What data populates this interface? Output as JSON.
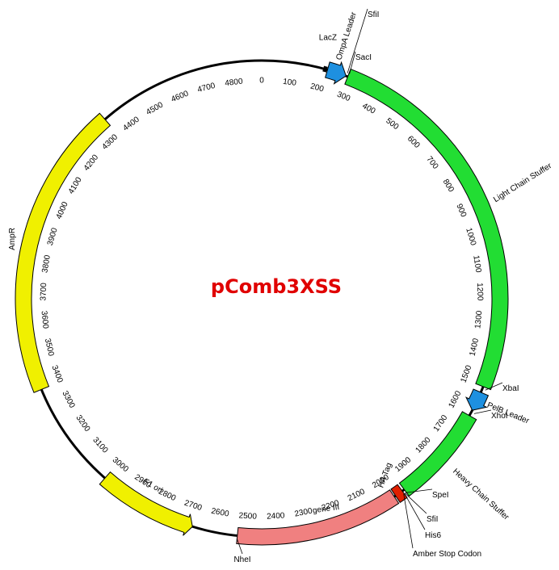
{
  "title": "pComb3XSS",
  "title_color": "#e00000",
  "length": 4900,
  "tick_labels": [
    "0",
    "100",
    "200",
    "300",
    "400",
    "500",
    "600",
    "700",
    "800",
    "900",
    "1000",
    "1100",
    "1200",
    "1300",
    "1400",
    "1500",
    "1600",
    "1700",
    "1800",
    "1900",
    "2000",
    "2100",
    "2200",
    "2300",
    "2400",
    "2500",
    "2600",
    "2700",
    "2800",
    "2900",
    "3000",
    "3100",
    "3200",
    "3300",
    "3400",
    "3500",
    "3600",
    "3700",
    "3800",
    "3900",
    "4000",
    "4100",
    "4200",
    "4300",
    "4400",
    "4500",
    "4600",
    "4700",
    "4800"
  ],
  "features": [
    {
      "name": "LacZ",
      "start": 205,
      "end": 215,
      "color": "#000000",
      "kind": "tiny"
    },
    {
      "name": "OmpA Leader",
      "start": 218,
      "end": 282,
      "color": "#1e90e0",
      "kind": "arrow"
    },
    {
      "name": "Light Chain Stuffer",
      "start": 288,
      "end": 1520,
      "color": "#22dd33",
      "kind": "box"
    },
    {
      "name": "PelB Leader",
      "start": 1540,
      "end": 1605,
      "color": "#1e90e0",
      "kind": "arrow"
    },
    {
      "name": "Heavy Chain Stuffer",
      "start": 1625,
      "end": 1950,
      "color": "#22dd33",
      "kind": "box"
    },
    {
      "name": "HA Tag",
      "start": 1958,
      "end": 1985,
      "color": "#e02000",
      "kind": "box"
    },
    {
      "name": "gene III",
      "start": 1990,
      "end": 2530,
      "color": "#f08080",
      "kind": "box"
    },
    {
      "name": "F1 ori",
      "start": 2680,
      "end": 3010,
      "color": "#f0f000",
      "kind": "arrowccw"
    },
    {
      "name": "AmpR",
      "start": 3370,
      "end": 4340,
      "color": "#f0f000",
      "kind": "box"
    }
  ],
  "sites": [
    {
      "name": "SfiI",
      "pos": 283
    },
    {
      "name": "SacI",
      "pos": 290
    },
    {
      "name": "XbaI",
      "pos": 1528
    },
    {
      "name": "XhoI",
      "pos": 1612
    },
    {
      "name": "SpeI",
      "pos": 1953
    },
    {
      "name": "SfiI",
      "pos": 1955
    },
    {
      "name": "His6",
      "pos": 1957
    },
    {
      "name": "Amber Stop Codon",
      "pos": 1960
    },
    {
      "name": "NheI",
      "pos": 2530
    }
  ]
}
